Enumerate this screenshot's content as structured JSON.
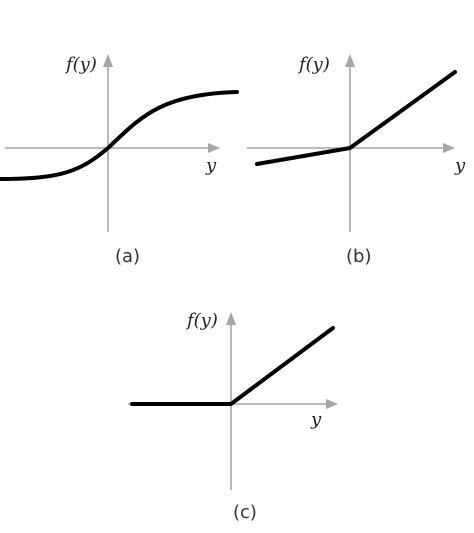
{
  "panels": [
    {
      "id": "a",
      "caption": "(a)",
      "ylabel": "f(y)",
      "xlabel": "y",
      "curve": "sigmoid"
    },
    {
      "id": "b",
      "caption": "(b)",
      "ylabel": "f(y)",
      "xlabel": "y",
      "curve": "leaky-relu"
    },
    {
      "id": "c",
      "caption": "(c)",
      "ylabel": "f(y)",
      "xlabel": "y",
      "curve": "relu"
    }
  ],
  "colors": {
    "axis": "#a6a6a6",
    "curve": "#000000"
  }
}
